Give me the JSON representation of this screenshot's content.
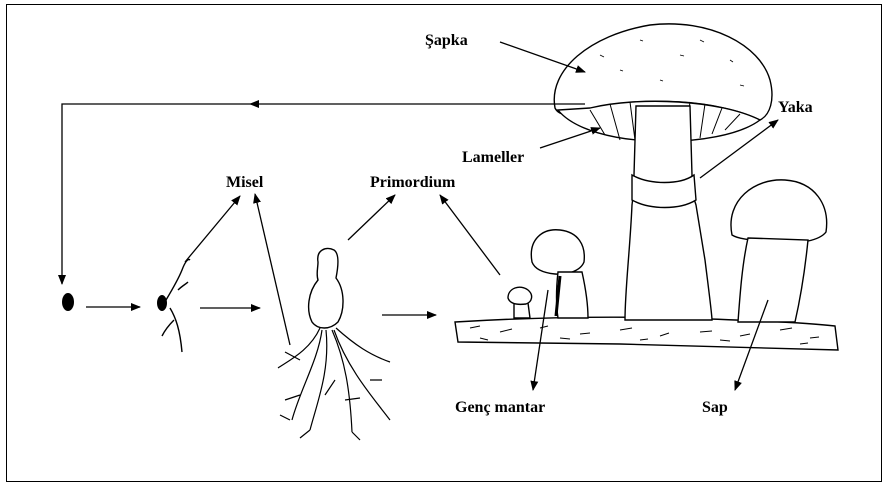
{
  "labels": {
    "sapka": "Şapka",
    "lameller": "Lameller",
    "yaka": "Yaka",
    "misel": "Misel",
    "primordium": "Primordium",
    "genc_mantar": "Genç mantar",
    "sap": "Sap"
  }
}
